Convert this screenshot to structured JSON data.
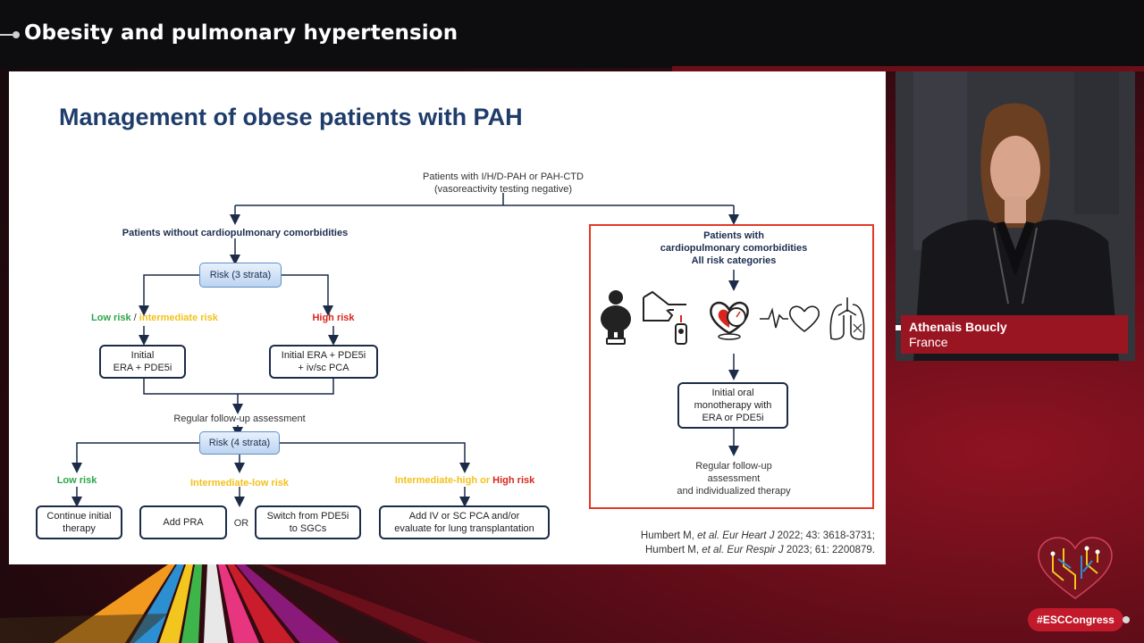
{
  "header": {
    "session_title": "Obesity and pulmonary hypertension"
  },
  "slide": {
    "title": "Management of obese patients with PAH",
    "top_node_line1": "Patients with I/H/D-PAH or PAH-CTD",
    "top_node_line2": "(vasoreactivity testing negative)",
    "left_branch_title": "Patients without cardiopulmonary comorbidities",
    "risk3": "Risk (3 strata)",
    "low_risk": "Low risk",
    "slash": " / ",
    "intermediate_risk": "intermediate risk",
    "high_risk": "High risk",
    "initial_ab_line1": "Initial",
    "initial_ab_line2": "ERA + PDE5i",
    "initial_pca_line1": "Initial ERA + PDE5i",
    "initial_pca_line2": "+ iv/sc PCA",
    "followup": "Regular follow-up assessment",
    "risk4": "Risk (4 strata)",
    "low_risk_2": "Low risk",
    "intermediate_low": "Intermediate-low risk",
    "intermediate_high": "Intermediate-high",
    "or_word": " or ",
    "high_risk_2": "High risk",
    "continue_line1": "Continue initial",
    "continue_line2": "therapy",
    "add_pra": "Add PRA",
    "or_label": "OR",
    "switch_line1": "Switch from PDE5i",
    "switch_line2": "to SGCs",
    "add_iv_line1": "Add IV or SC PCA and/or",
    "add_iv_line2": "evaluate for lung transplantation",
    "right_branch_line1": "Patients with",
    "right_branch_line2": "cardiopulmonary comorbidities",
    "right_branch_line3": "All risk categories",
    "mono_line1": "Initial oral",
    "mono_line2": "monotherapy with",
    "mono_line3": "ERA or PDE5i",
    "right_followup_line1": "Regular follow-up",
    "right_followup_line2": "assessment",
    "right_followup_line3": "and individualized therapy",
    "ref1_author": "Humbert M, ",
    "ref1_etal": "et al.",
    "ref1_journal": " Eur Heart J",
    "ref1_rest": " 2022; 43: 3618-3731;",
    "ref2_author": "Humbert M, ",
    "ref2_etal": "et al.",
    "ref2_journal": " Eur Respir J",
    "ref2_rest": " 2023; 61: 2200879.",
    "icons": [
      "obese-person-icon",
      "pointing-hand-glucose-icon",
      "heart-pressure-gauge-icon",
      "ecg-heart-icon",
      "lungs-icon"
    ]
  },
  "speaker": {
    "name": "Athenais Boucly",
    "country": "France"
  },
  "footer": {
    "hashtag": "#ESCCongress"
  },
  "colors": {
    "accent_red": "#c21a2b",
    "slide_title_blue": "#1f3d6b",
    "frame_red": "#e33826",
    "green": "#2aa64a",
    "yellow": "#f3c11a"
  }
}
